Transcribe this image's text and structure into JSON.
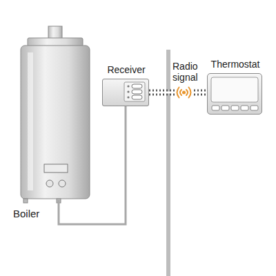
{
  "diagram": {
    "nodes": [
      {
        "text": [
          "Boiler"
        ]
      },
      {
        "text": [
          "Receiver"
        ]
      },
      {
        "text": [
          "Thermostat"
        ]
      }
    ],
    "edges": [
      {
        "from": 0,
        "to": 1,
        "arrow": "none"
      },
      {
        "from": 1,
        "to": 2,
        "label": "Radio signal",
        "arrow": "none"
      }
    ]
  }
}
